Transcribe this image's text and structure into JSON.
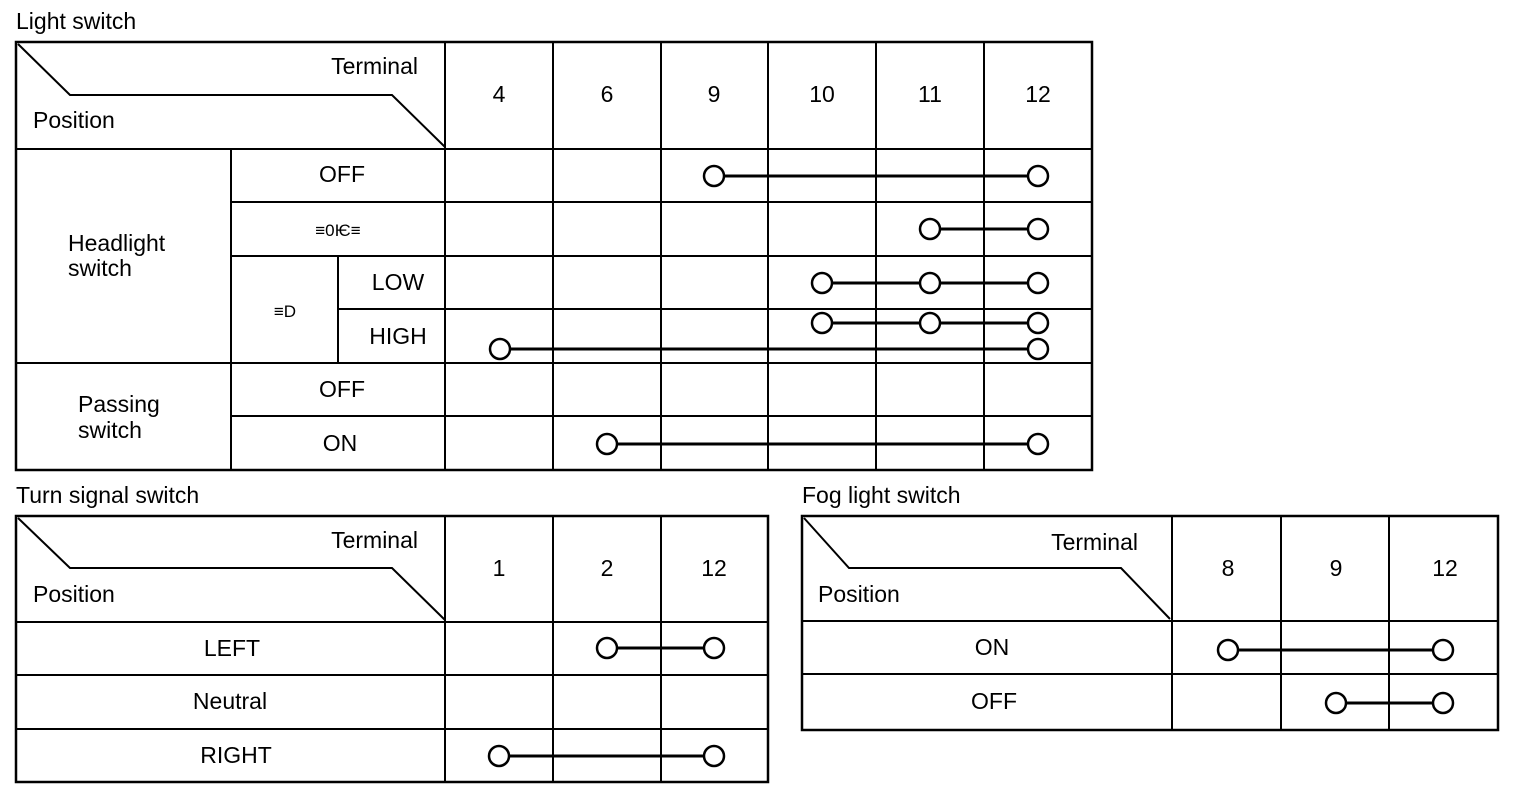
{
  "tables": [
    {
      "title": "Light switch",
      "header_terminal": "Terminal",
      "header_position": "Position",
      "terminals": [
        "4",
        "6",
        "9",
        "10",
        "11",
        "12"
      ],
      "groups": [
        {
          "label_lines": [
            "Headlight",
            "switch"
          ],
          "rows": [
            {
              "label": "OFF",
              "connections": [
                [
                  "9",
                  "12"
                ]
              ]
            },
            {
              "label": "≡0Ѥ≡",
              "connections": [
                [
                  "11",
                  "12"
                ]
              ]
            },
            {
              "sub_label": "≡D",
              "label": "LOW",
              "connections": [
                [
                  "10",
                  "11",
                  "12"
                ]
              ]
            },
            {
              "sub_label": "≡D",
              "label": "HIGH",
              "connections": [
                [
                  "10",
                  "11",
                  "12"
                ],
                [
                  "4",
                  "12"
                ]
              ]
            }
          ]
        },
        {
          "label_lines": [
            "Passing",
            "switch"
          ],
          "rows": [
            {
              "label": "OFF",
              "connections": []
            },
            {
              "label": "ON",
              "connections": [
                [
                  "6",
                  "12"
                ]
              ]
            }
          ]
        }
      ]
    },
    {
      "title": "Turn signal switch",
      "header_terminal": "Terminal",
      "header_position": "Position",
      "terminals": [
        "1",
        "2",
        "12"
      ],
      "rows": [
        {
          "label": "LEFT",
          "connections": [
            [
              "2",
              "12"
            ]
          ]
        },
        {
          "label": "Neutral",
          "connections": []
        },
        {
          "label": "RIGHT",
          "connections": [
            [
              "1",
              "12"
            ]
          ]
        }
      ]
    },
    {
      "title": "Fog light switch",
      "header_terminal": "Terminal",
      "header_position": "Position",
      "terminals": [
        "8",
        "9",
        "12"
      ],
      "rows": [
        {
          "label": "ON",
          "connections": [
            [
              "8",
              "12"
            ]
          ]
        },
        {
          "label": "OFF",
          "connections": [
            [
              "9",
              "12"
            ]
          ]
        }
      ]
    }
  ]
}
